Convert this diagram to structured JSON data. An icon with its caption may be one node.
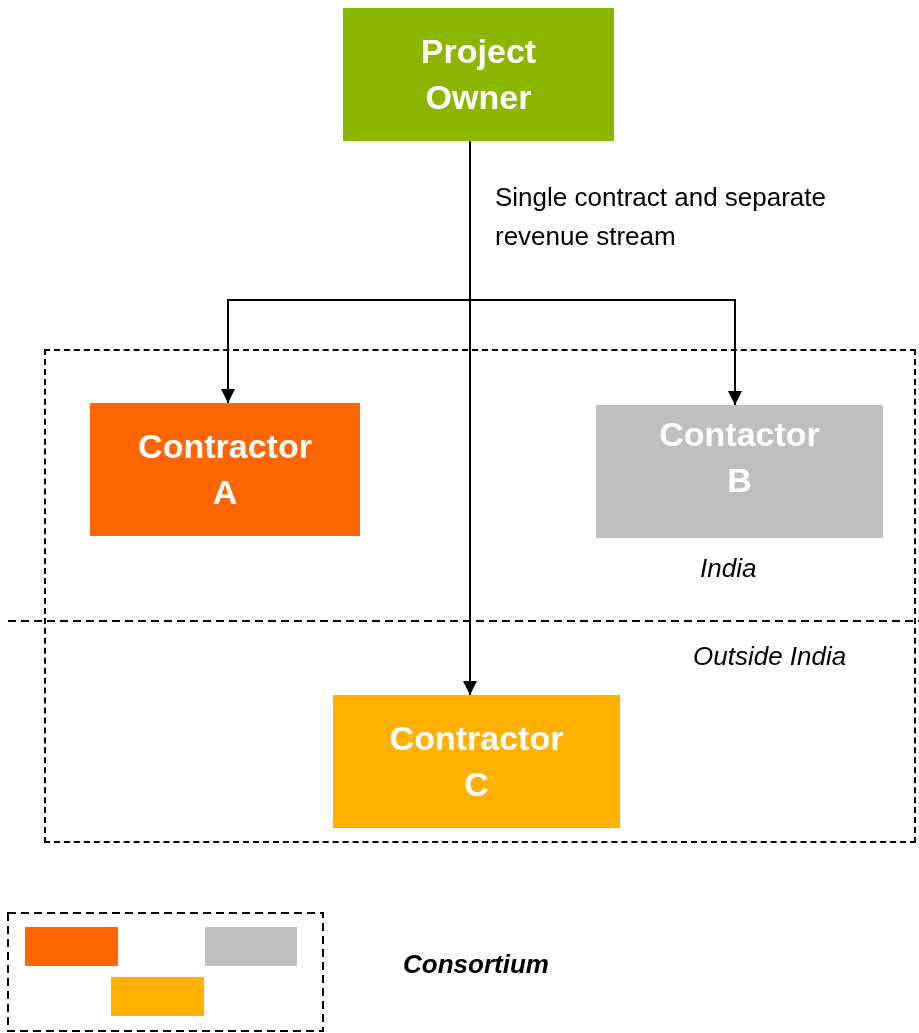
{
  "diagram": {
    "nodes": [
      {
        "text": [
          "Project Owner"
        ]
      },
      {
        "text": [],
        "shape": "box"
      },
      {
        "text": [
          "Contractor A"
        ],
        "in": 1
      },
      {
        "text": [
          "Contactor B"
        ],
        "in": 1
      },
      {
        "text": [
          "Contractor C"
        ],
        "in": 1
      }
    ],
    "edges": [
      {
        "from": 0,
        "to": 2,
        "arrow": "to"
      },
      {
        "from": 0,
        "to": 3,
        "arrow": "to"
      },
      {
        "from": 0,
        "to": 4,
        "arrow": "to",
        "label": "Single contract and separate revenue stream"
      }
    ],
    "labels": [
      "India",
      "Outside India"
    ],
    "legend": [
      {
        "text": "Consortium"
      }
    ]
  }
}
